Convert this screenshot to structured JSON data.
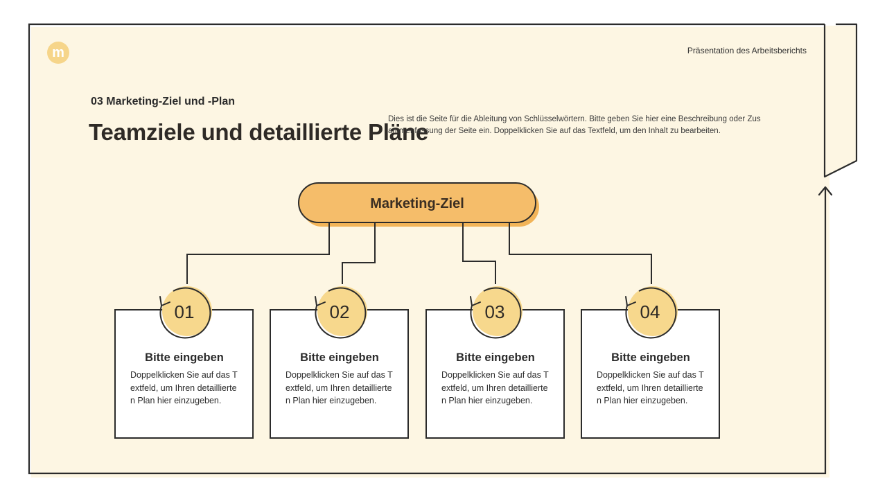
{
  "header": {
    "logo_letter": "m",
    "presentation_label": "Präsentation des Arbeitsberichts"
  },
  "slide": {
    "section_label": "03 Marketing-Ziel und -Plan",
    "title": "Teamziele und detaillierte Pläne",
    "description": "Dies ist die Seite für die Ableitung von Schlüsselwörtern. Bitte geben Sie hier eine Beschreibung oder Zusammenfassung der Seite ein. Doppelklicken Sie auf das Textfeld, um den Inhalt zu bearbeiten."
  },
  "goal": {
    "label": "Marketing-Ziel"
  },
  "cards": [
    {
      "number": "01",
      "title": "Bitte eingeben",
      "body": "Doppelklicken Sie auf das Textfeld, um Ihren detaillierten Plan hier einzugeben."
    },
    {
      "number": "02",
      "title": "Bitte eingeben",
      "body": "Doppelklicken Sie auf das Textfeld, um Ihren detaillierten Plan hier einzugeben."
    },
    {
      "number": "03",
      "title": "Bitte eingeben",
      "body": "Doppelklicken Sie auf das Textfeld, um Ihren detaillierten Plan hier einzugeben."
    },
    {
      "number": "04",
      "title": "Bitte eingeben",
      "body": "Doppelklicken Sie auf das Textfeld, um Ihren detaillierten Plan hier einzugeben."
    }
  ],
  "colors": {
    "background": "#fdf6e3",
    "accent": "#f5bd6a",
    "circle": "#f7d88d",
    "line": "#2b2b2b"
  }
}
